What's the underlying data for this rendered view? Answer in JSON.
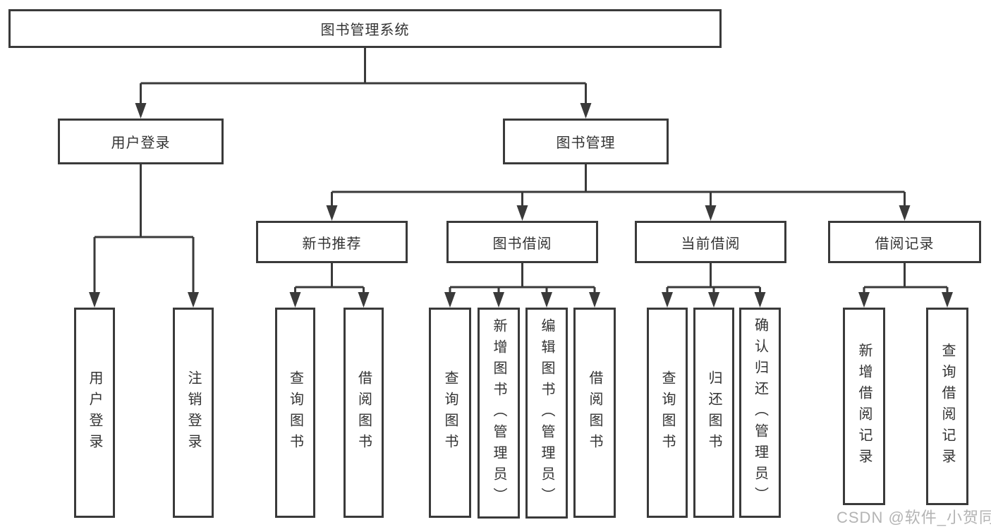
{
  "diagram_type": "functional-decomposition-tree",
  "colors": {
    "line": "#3a3a3a",
    "text": "#333333",
    "background": "#ffffff",
    "watermark": "#b4b4b4"
  },
  "tree": {
    "label": "图书管理系统",
    "children": [
      {
        "label": "用户登录",
        "children": [
          {
            "label": "用户登录"
          },
          {
            "label": "注销登录"
          }
        ]
      },
      {
        "label": "图书管理",
        "children": [
          {
            "label": "新书推荐",
            "children": [
              {
                "label": "查询图书"
              },
              {
                "label": "借阅图书"
              }
            ]
          },
          {
            "label": "图书借阅",
            "children": [
              {
                "label": "查询图书"
              },
              {
                "label": "新增图书（管理员）"
              },
              {
                "label": "编辑图书（管理员）"
              },
              {
                "label": "借阅图书"
              }
            ]
          },
          {
            "label": "当前借阅",
            "children": [
              {
                "label": "查询图书"
              },
              {
                "label": "归还图书"
              },
              {
                "label": "确认归还（管理员）"
              }
            ]
          },
          {
            "label": "借阅记录",
            "children": [
              {
                "label": "新增借阅记录"
              },
              {
                "label": "查询借阅记录"
              }
            ]
          }
        ]
      }
    ]
  },
  "watermark": {
    "text": "CSDN @软件_小贺同学"
  }
}
